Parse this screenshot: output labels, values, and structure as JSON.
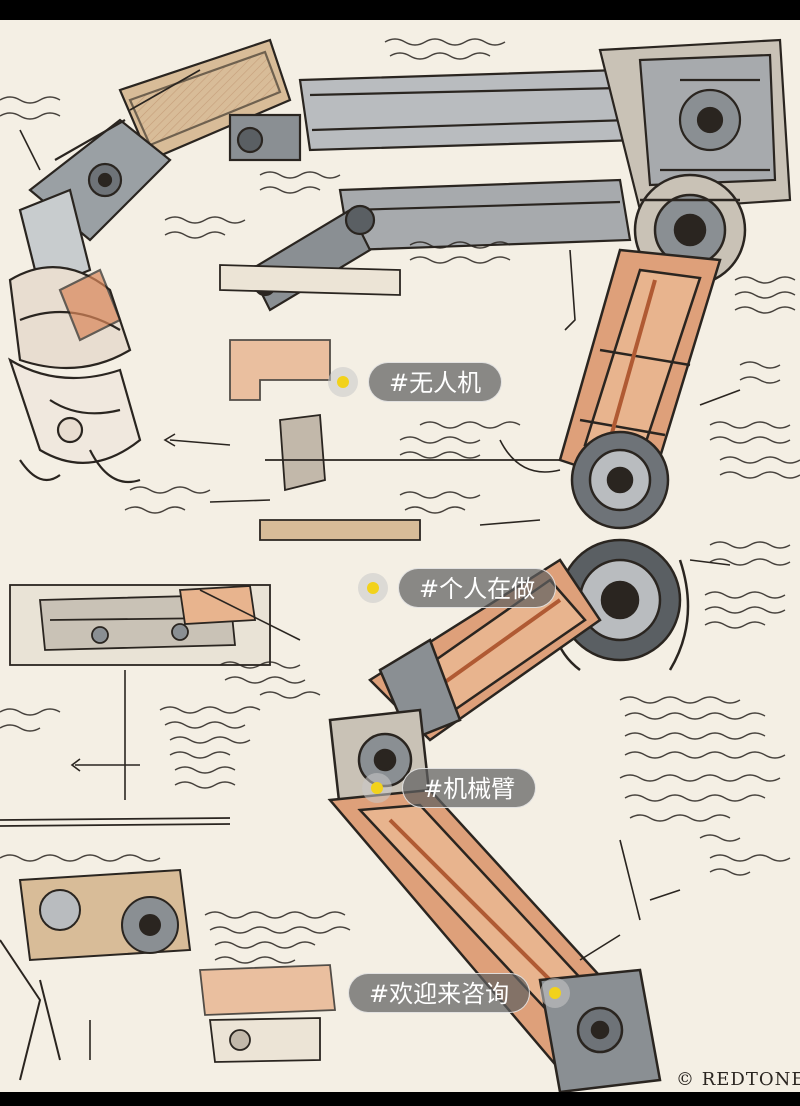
{
  "tags": [
    {
      "id": "drone",
      "label": "#无人机"
    },
    {
      "id": "solo",
      "label": "#个人在做"
    },
    {
      "id": "robot-arm",
      "label": "#机械臂"
    },
    {
      "id": "consult",
      "label": "#欢迎来咨询"
    }
  ],
  "watermark": {
    "text": "© REDTONE"
  },
  "colors": {
    "paper": "#f4efe4",
    "ink": "#2a2520",
    "copper": "#d9875a",
    "tan": "#d8bc98",
    "steel": "#8a8f93",
    "dot": "#f2d21b",
    "pill": "#5f5f5f"
  }
}
